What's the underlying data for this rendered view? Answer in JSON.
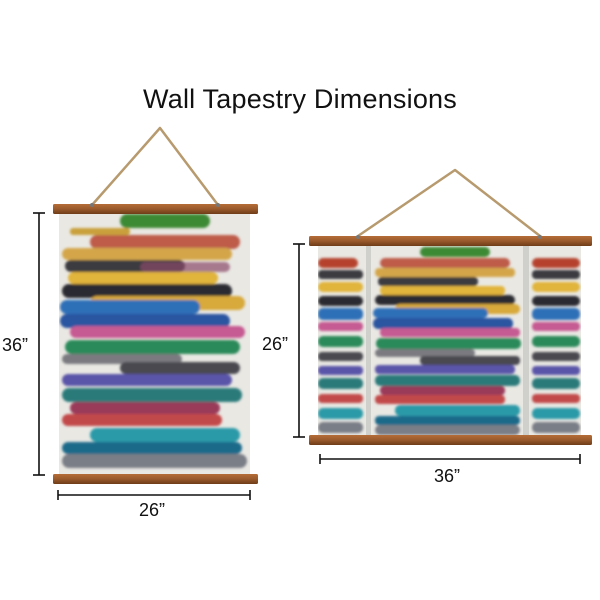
{
  "title": "Wall Tapestry Dimensions",
  "portrait": {
    "height_label": "36”",
    "width_label": "26”"
  },
  "landscape": {
    "height_label": "26”",
    "width_label": "36”"
  },
  "colors": {
    "wood": "#9a5a2c",
    "wood_dark": "#6e3c18",
    "rope": "#b79a6e",
    "canvas": "#e9e8e3",
    "strokes": [
      "#3c8a35",
      "#b6432f",
      "#e1b43a",
      "#3b3b40",
      "#2f6fb8",
      "#d8a93a",
      "#c65a92",
      "#2a8a5a",
      "#7a7a80",
      "#5a55a8",
      "#2a7a7a",
      "#c24a4a",
      "#3aa0a8"
    ]
  }
}
